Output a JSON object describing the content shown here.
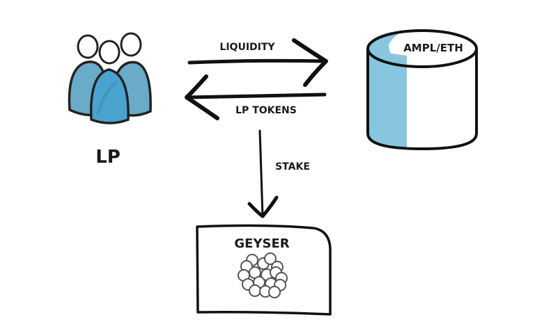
{
  "diagram": {
    "nodes": {
      "lp": {
        "label": "LP",
        "icon": "people-group-icon"
      },
      "pool": {
        "label": "AMPL/ETH",
        "icon": "database-cylinder-icon"
      },
      "geyser": {
        "label": "GEYSER",
        "icon": "token-cluster-icon"
      }
    },
    "edges": [
      {
        "from": "lp",
        "to": "pool",
        "label": "LIQUIDITY"
      },
      {
        "from": "pool",
        "to": "lp",
        "label": "LP TOKENS"
      },
      {
        "from": "lp",
        "to": "geyser",
        "label": "STAKE"
      }
    ]
  },
  "colors": {
    "figure_front": "#4aa3cf",
    "figure_back": "#6aabc9",
    "figure_shadow": "#3f8ab2",
    "cylinder_fill": "#88c6e0",
    "ink": "#111111"
  }
}
